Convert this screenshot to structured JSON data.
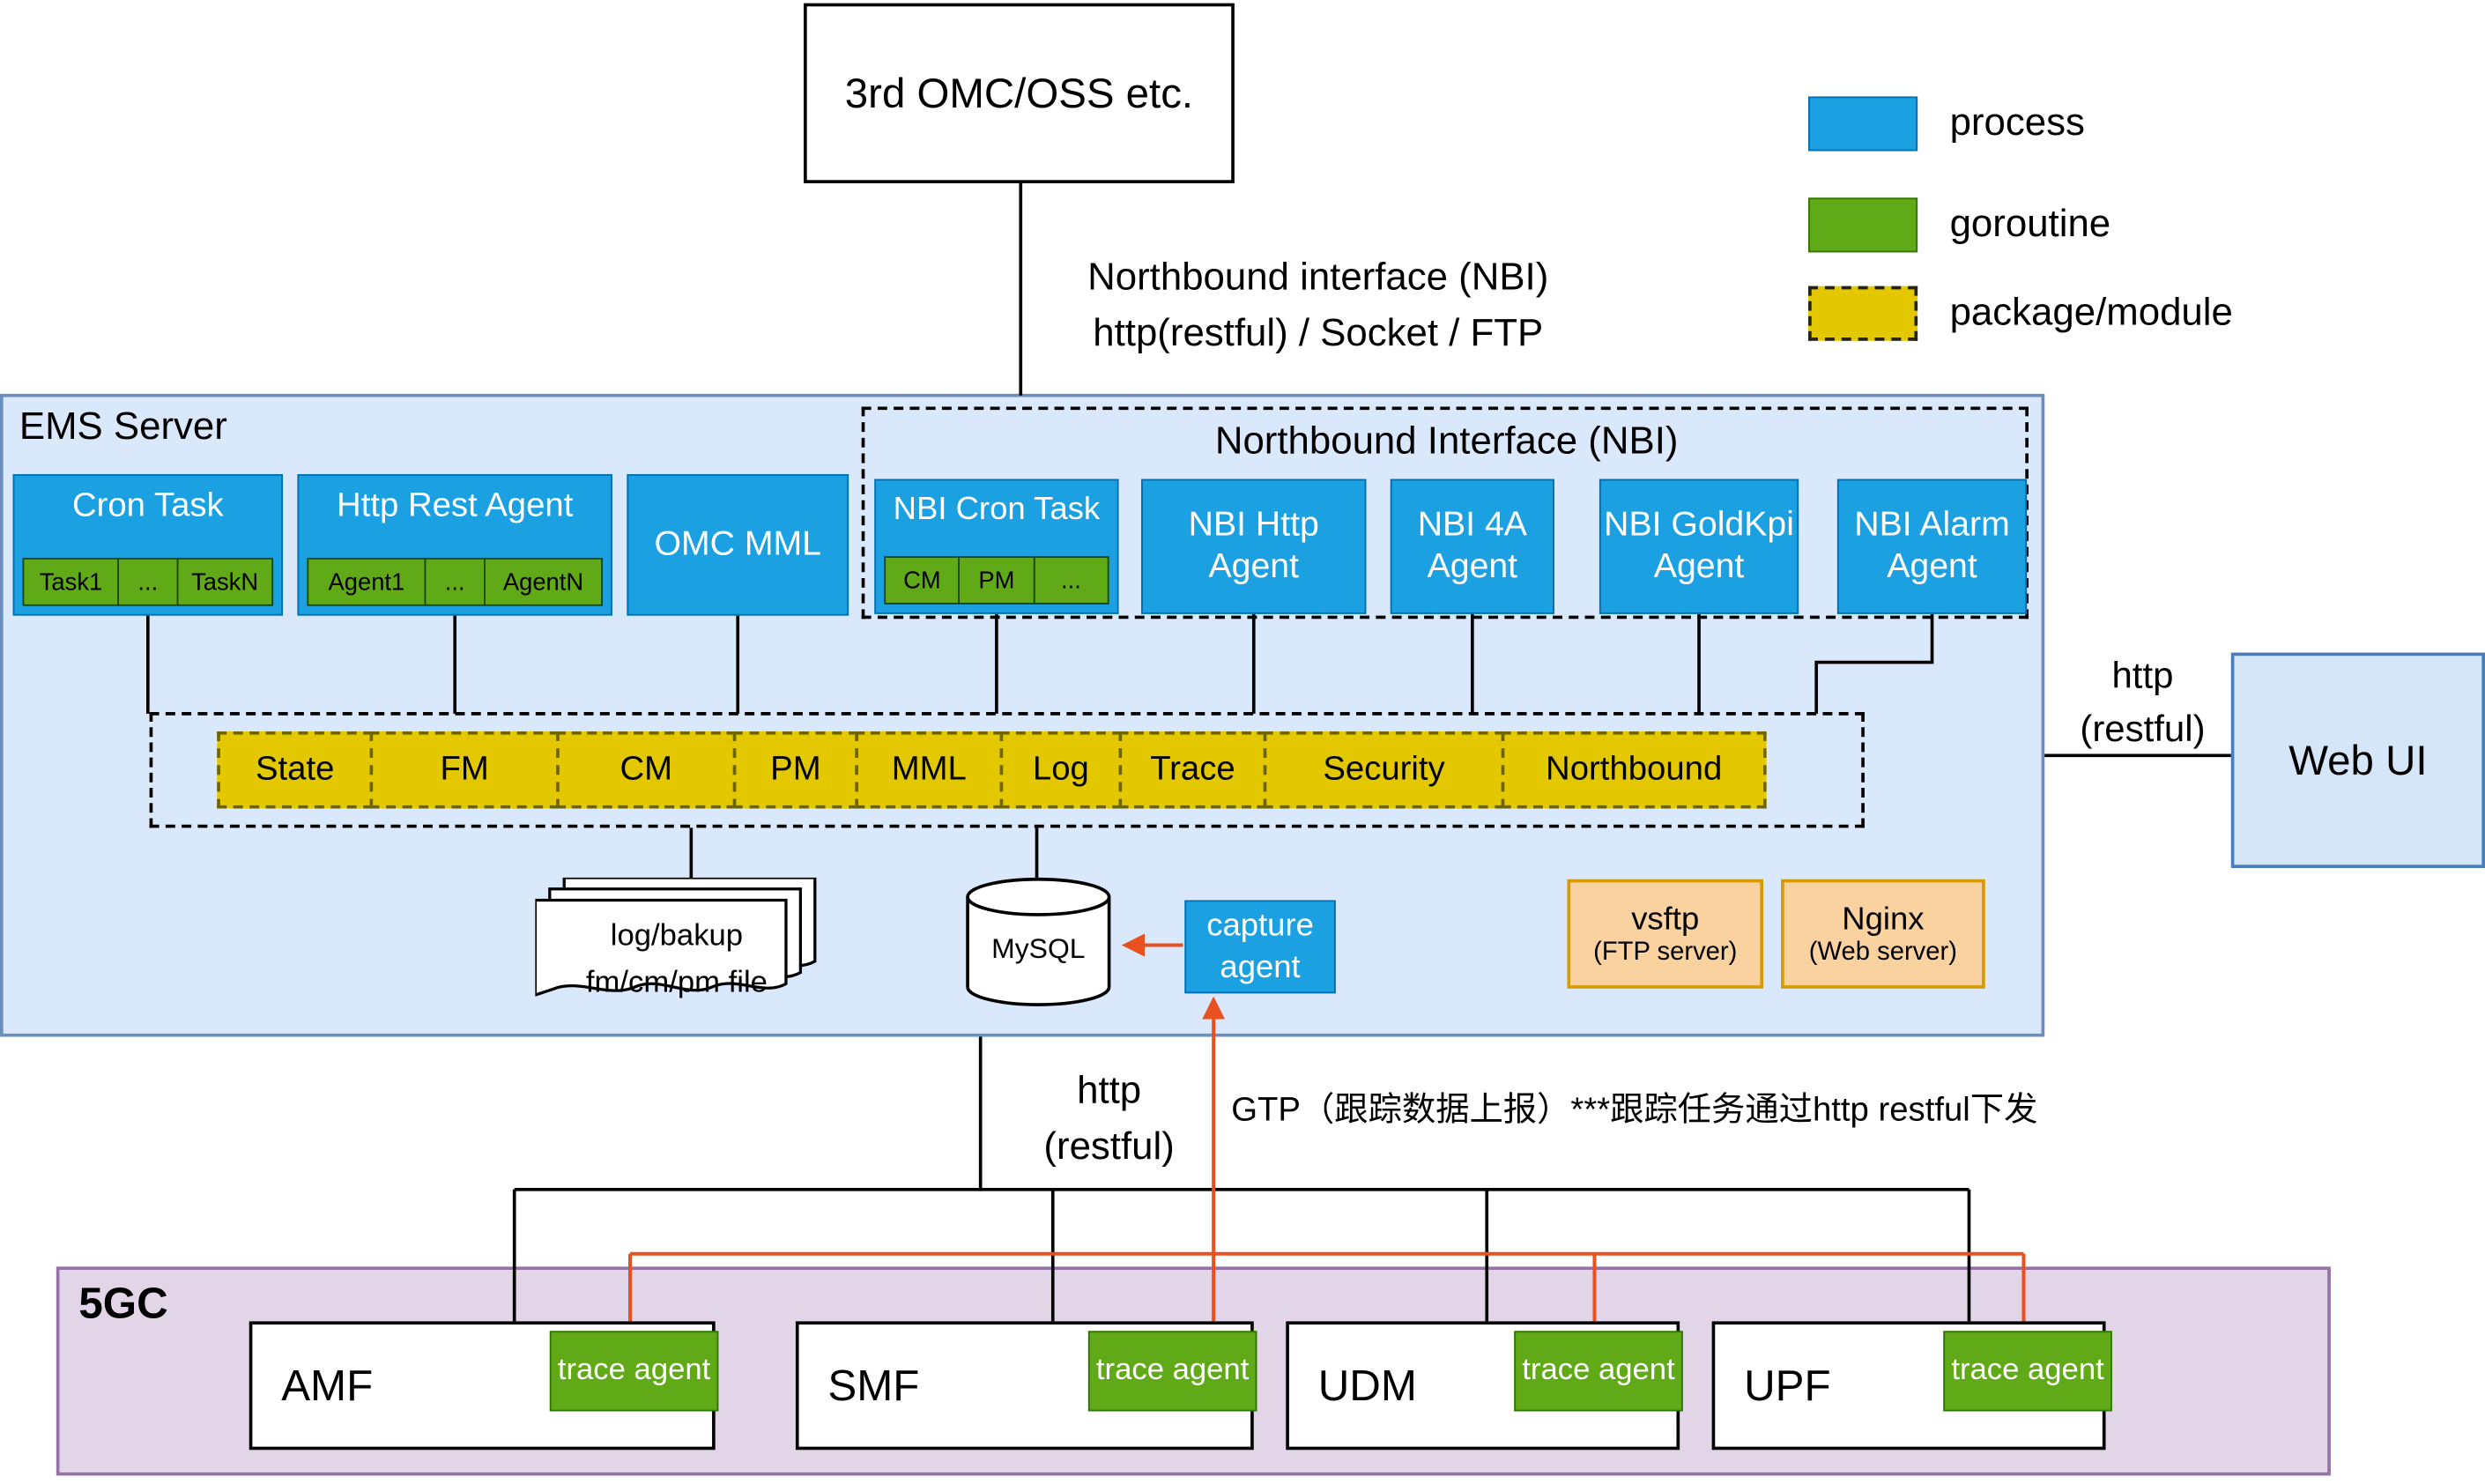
{
  "external": {
    "name": "3rd OMC/OSS etc."
  },
  "legend": {
    "items": [
      {
        "label": "process"
      },
      {
        "label": "goroutine"
      },
      {
        "label": "package/module"
      }
    ]
  },
  "north_link": {
    "line1": "Northbound interface (NBI)",
    "line2": "http(restful) / Socket / FTP"
  },
  "ems": {
    "title": "EMS Server",
    "cron_task": {
      "name": "Cron Task",
      "subs": [
        "Task1",
        "...",
        "TaskN"
      ]
    },
    "http_rest_agent": {
      "name": "Http Rest Agent",
      "subs": [
        "Agent1",
        "...",
        "AgentN"
      ]
    },
    "omc_mml": {
      "name": "OMC MML"
    },
    "nbi": {
      "title": "Northbound Interface (NBI)",
      "cron_task": {
        "name": "NBI Cron Task",
        "subs": [
          "CM",
          "PM",
          "..."
        ]
      },
      "http_agent": "NBI Http Agent",
      "four_a_agent": "NBI 4A Agent",
      "goldkpi_agent": "NBI GoldKpi Agent",
      "alarm_agent": "NBI Alarm Agent"
    },
    "modules": [
      "State",
      "FM",
      "CM",
      "PM",
      "MML",
      "Log",
      "Trace",
      "Security",
      "Northbound"
    ],
    "files": {
      "line1": "log/bakup",
      "line2": "fm/cm/pm file"
    },
    "database": "MySQL",
    "capture_agent": "capture agent",
    "ftp_server": {
      "name": "vsftp",
      "desc": "(FTP server)"
    },
    "web_server": {
      "name": "Nginx",
      "desc": "(Web server)"
    }
  },
  "web_ui": {
    "name": "Web UI",
    "link": {
      "line1": "http",
      "line2": "(restful)"
    }
  },
  "south": {
    "http": {
      "line1": "http",
      "line2": "(restful)"
    },
    "gtp": "GTP（跟踪数据上报）***跟踪任务通过http restful下发"
  },
  "core": {
    "title": "5GC",
    "nfs": [
      {
        "name": "AMF",
        "agent": "trace agent"
      },
      {
        "name": "SMF",
        "agent": "trace agent"
      },
      {
        "name": "UDM",
        "agent": "trace agent"
      },
      {
        "name": "UPF",
        "agent": "trace agent"
      }
    ]
  },
  "colors": {
    "process": "#1BA1E2",
    "goroutine": "#60A917",
    "package_module": "#E3C800",
    "ems_background": "#DAE8FC",
    "core_background": "#E1D5E7",
    "server_box": "#FAD2A0",
    "trace_link": "#E8501F"
  }
}
